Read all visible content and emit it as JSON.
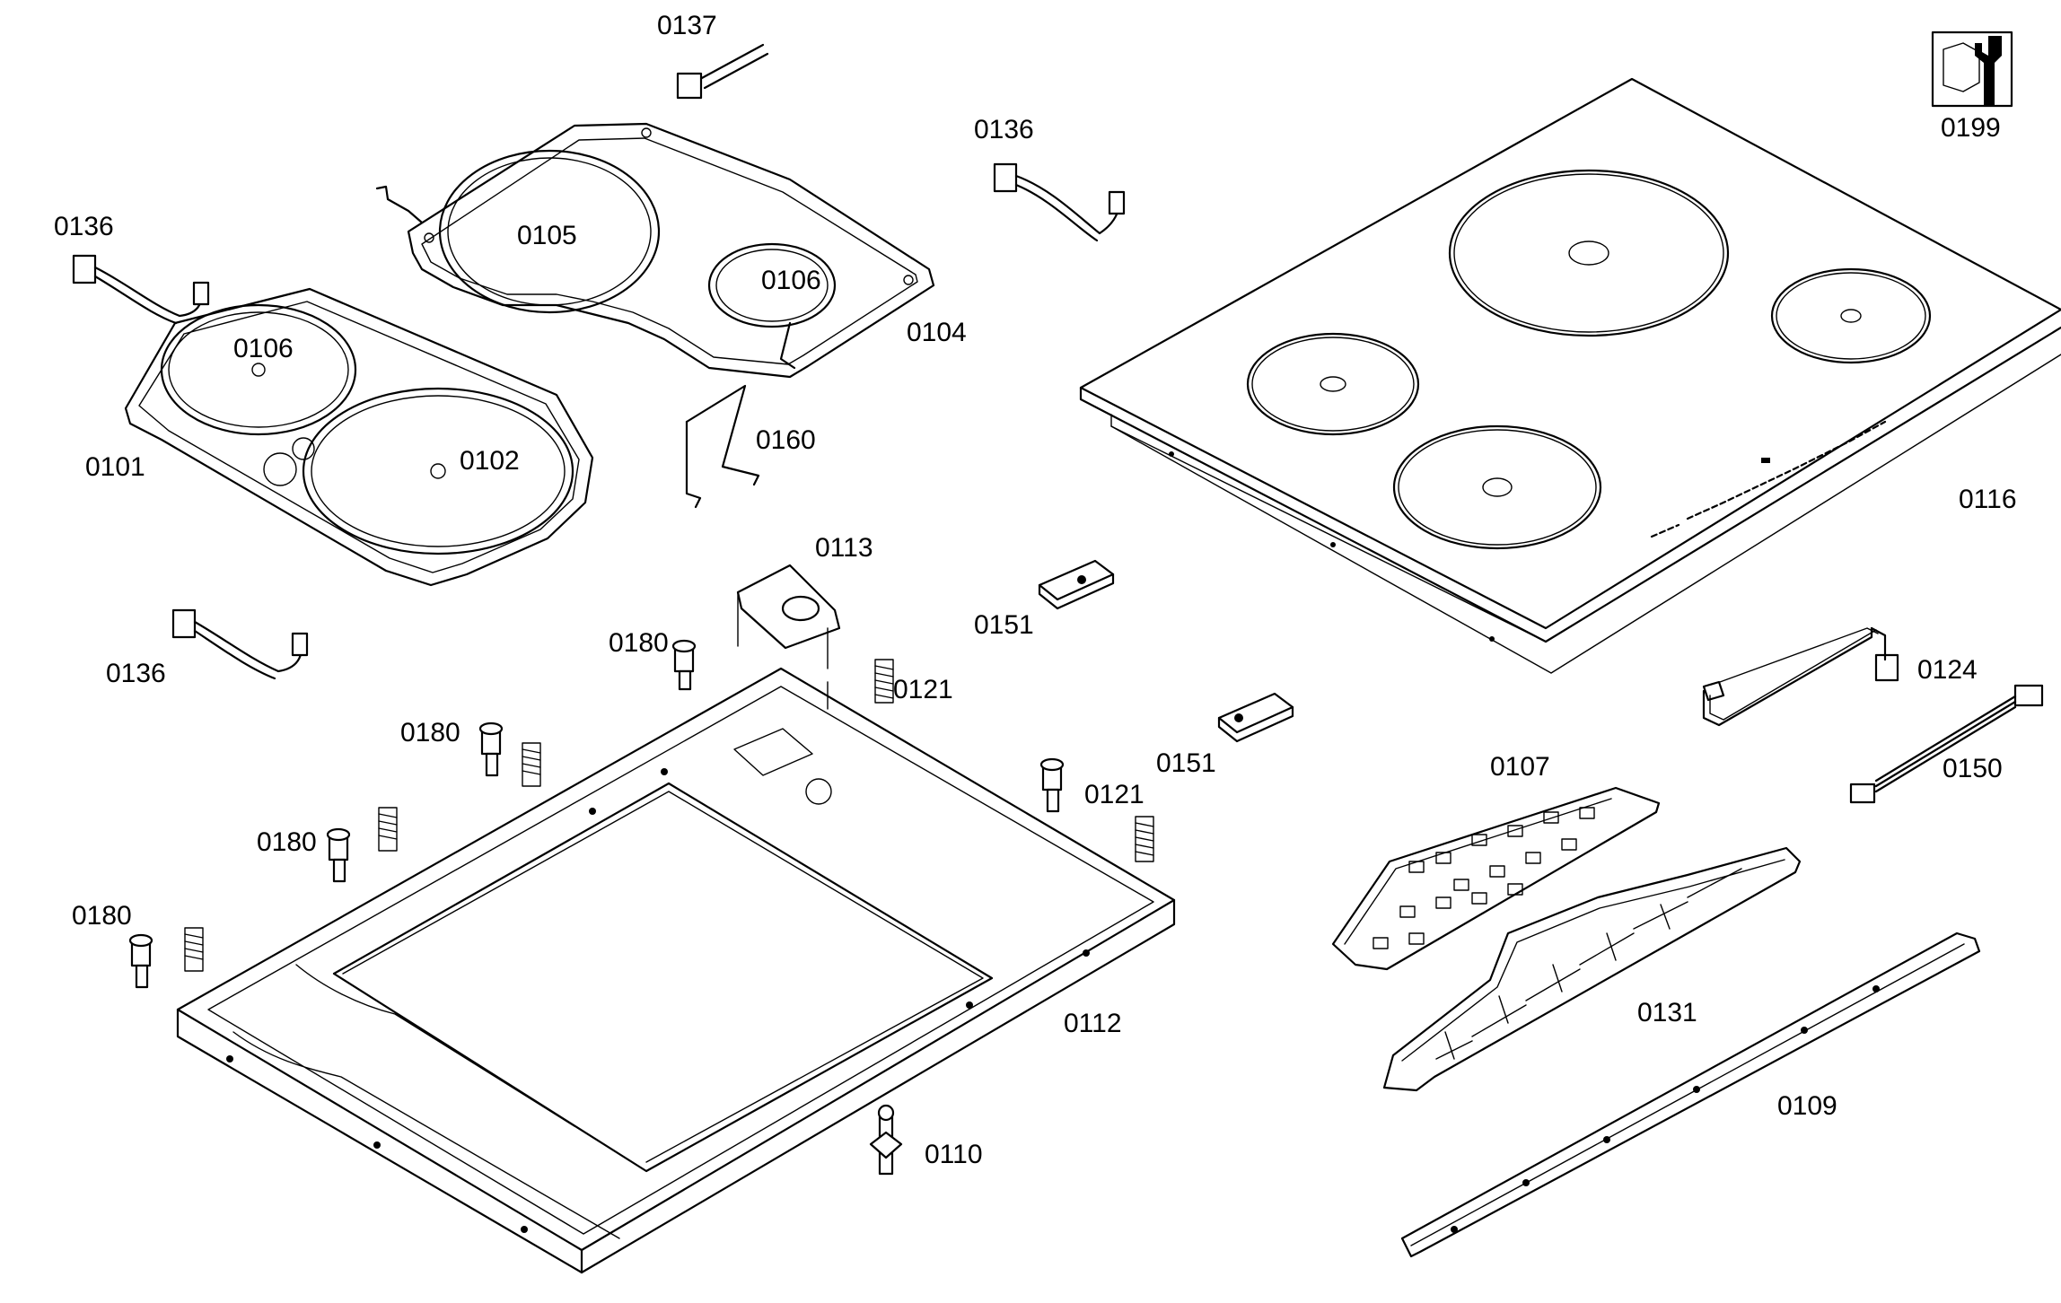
{
  "diagram": {
    "labels": {
      "p0137": "0137",
      "p0136_top": "0136",
      "p0136_left": "0136",
      "p0136_bottom": "0136",
      "p0105": "0105",
      "p0106_a": "0106",
      "p0106_b": "0106",
      "p0104": "0104",
      "p0101": "0101",
      "p0102": "0102",
      "p0160": "0160",
      "p0113": "0113",
      "p0151_a": "0151",
      "p0151_b": "0151",
      "p0180_a": "0180",
      "p0180_b": "0180",
      "p0180_c": "0180",
      "p0180_d": "0180",
      "p0121_a": "0121",
      "p0121_b": "0121",
      "p0112": "0112",
      "p0110": "0110",
      "p0116": "0116",
      "p0124": "0124",
      "p0150": "0150",
      "p0107": "0107",
      "p0131": "0131",
      "p0109": "0109",
      "p0199": "0199"
    }
  }
}
